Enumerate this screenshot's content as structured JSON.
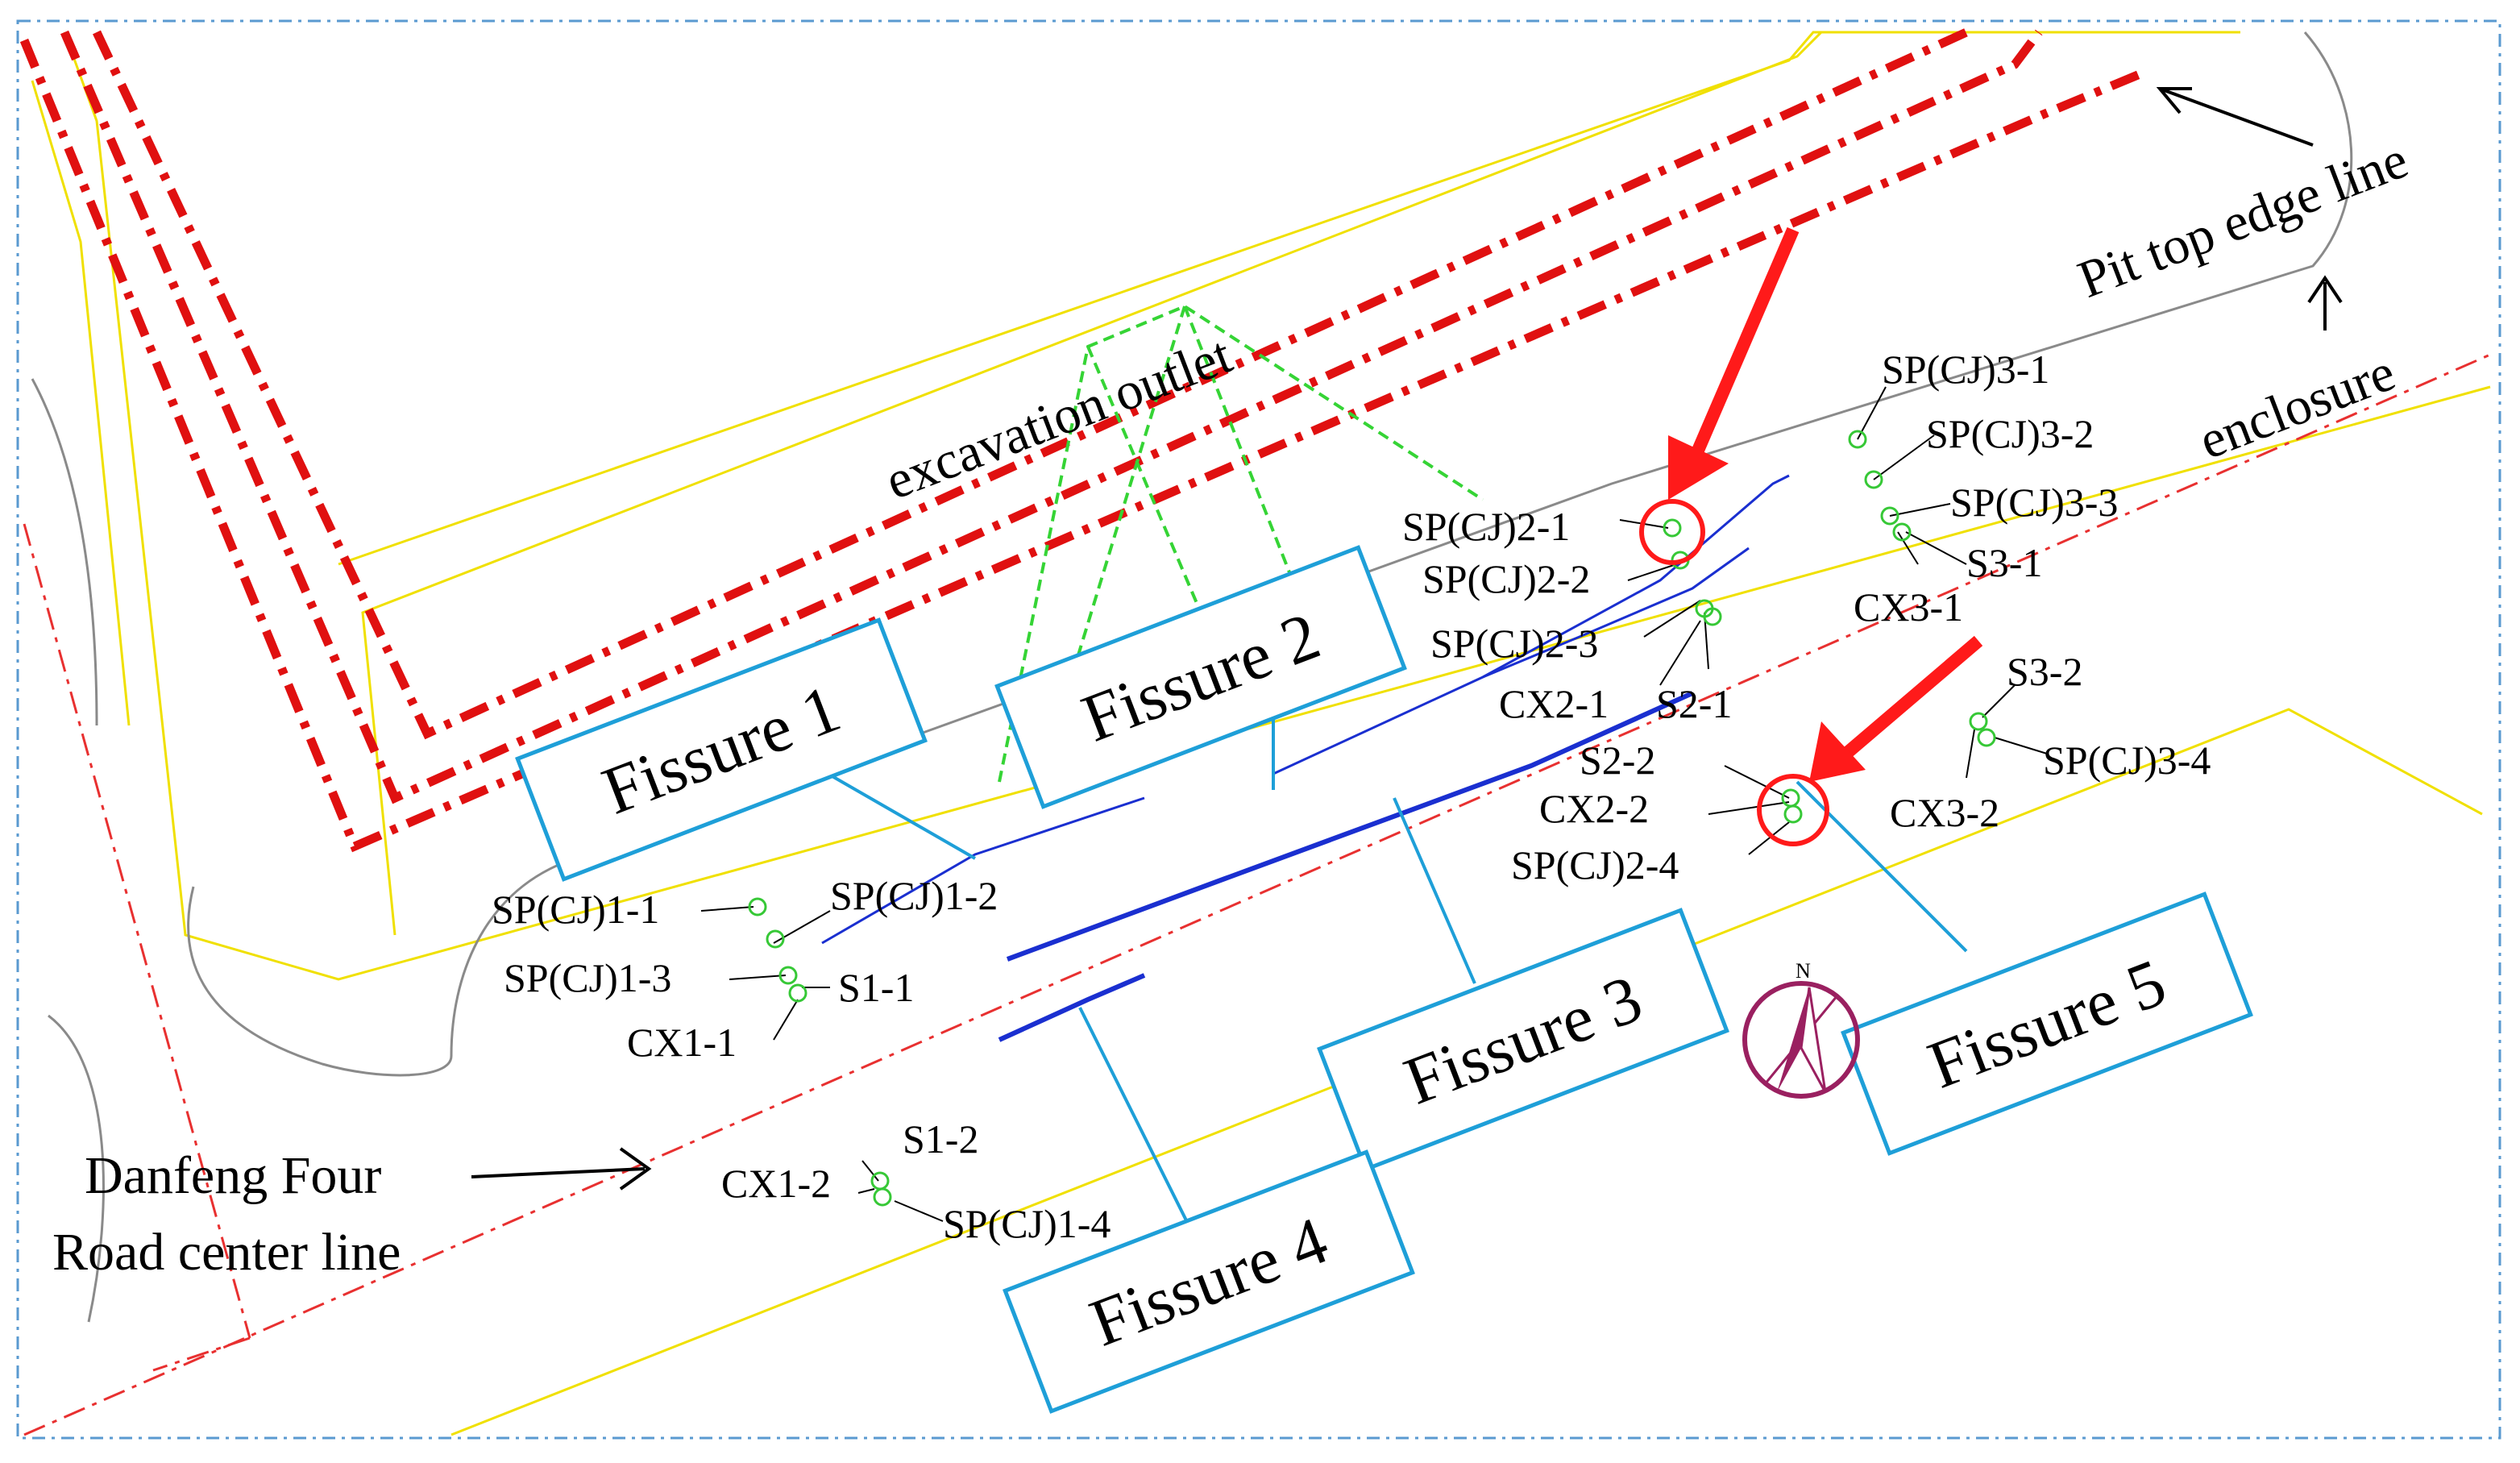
{
  "labels": {
    "excavation_outlet": "excavation outlet",
    "pit_top_edge_line": "Pit top edge line",
    "enclosure": "enclosure",
    "road_center_line_1": "Danfeng Four",
    "road_center_line_2": "Road center line",
    "north": "N"
  },
  "fissures": [
    "Fissure 1",
    "Fissure 2",
    "Fissure 3",
    "Fissure 4",
    "Fissure 5"
  ],
  "points": {
    "sp1_1": "SP(CJ)1-1",
    "sp1_2": "SP(CJ)1-2",
    "sp1_3": "SP(CJ)1-3",
    "s1_1": "S1-1",
    "cx1_1": "CX1-1",
    "s1_2": "S1-2",
    "cx1_2": "CX1-2",
    "sp1_4": "SP(CJ)1-4",
    "sp2_1": "SP(CJ)2-1",
    "sp2_2": "SP(CJ)2-2",
    "sp2_3": "SP(CJ)2-3",
    "cx2_1": "CX2-1",
    "s2_1": "S2-1",
    "s2_2": "S2-2",
    "cx2_2": "CX2-2",
    "sp2_4": "SP(CJ)2-4",
    "sp3_1": "SP(CJ)3-1",
    "sp3_2": "SP(CJ)3-2",
    "sp3_3": "SP(CJ)3-3",
    "s3_1": "S3-1",
    "cx3_1": "CX3-1",
    "s3_2": "S3-2",
    "sp3_4": "SP(CJ)3-4",
    "cx3_2": "CX3-2"
  },
  "colors": {
    "pit_edge": "#e01010",
    "road_line": "#f0e000",
    "center_line": "#e83030",
    "fissure_line": "#1a2fd0",
    "fissure_box": "#1e9fd8",
    "outlet": "#35d435",
    "point": "#36c836",
    "arrow": "#ff1a1a",
    "compass": "#9a2060"
  }
}
